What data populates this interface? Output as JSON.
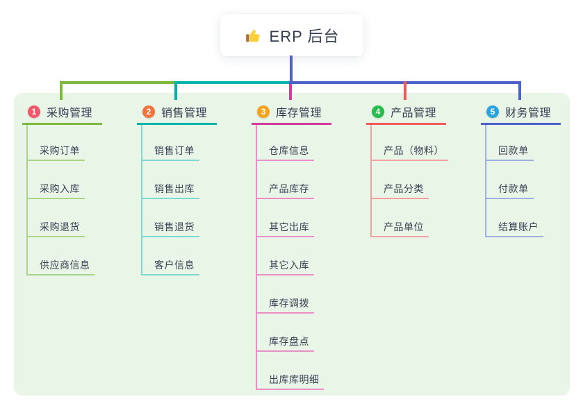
{
  "root": {
    "label": "ERP 后台",
    "icon": "thumbs-up-icon",
    "icon_colors": {
      "hand": "#ffce3d",
      "sleeve": "#b06f2d"
    }
  },
  "colors": {
    "root_line": "#4a62c9",
    "panel_bg": "#e8f5e7",
    "title_text": "#333d52",
    "child_text": "#3a4254",
    "card_bg": "#ffffff"
  },
  "branches": [
    {
      "number": "1",
      "title": "采购管理",
      "badge_color": "#f4566c",
      "line_color": "#7cb93e",
      "child_line_color": "#a9d489",
      "children": [
        "采购订单",
        "采购入库",
        "采购退货",
        "供应商信息"
      ]
    },
    {
      "number": "2",
      "title": "销售管理",
      "badge_color": "#f2733d",
      "line_color": "#00b3aa",
      "child_line_color": "#7ed8cf",
      "children": [
        "销售订单",
        "销售出库",
        "销售退货",
        "客户信息"
      ]
    },
    {
      "number": "3",
      "title": "库存管理",
      "badge_color": "#f5a31d",
      "line_color": "#d23c9e",
      "child_line_color": "#ec8fc5",
      "children": [
        "仓库信息",
        "产品库存",
        "其它出库",
        "其它入库",
        "库存调拨",
        "库存盘点",
        "出库库明细"
      ]
    },
    {
      "number": "4",
      "title": "产品管理",
      "badge_color": "#27bd4b",
      "line_color": "#f05a5a",
      "child_line_color": "#f5a0a0",
      "children": [
        "产品（物料）",
        "产品分类",
        "产品单位"
      ]
    },
    {
      "number": "5",
      "title": "财务管理",
      "badge_color": "#2ba3dc",
      "line_color": "#4a62c9",
      "child_line_color": "#9fb0df",
      "children": [
        "回款单",
        "付款单",
        "结算账户"
      ]
    }
  ]
}
